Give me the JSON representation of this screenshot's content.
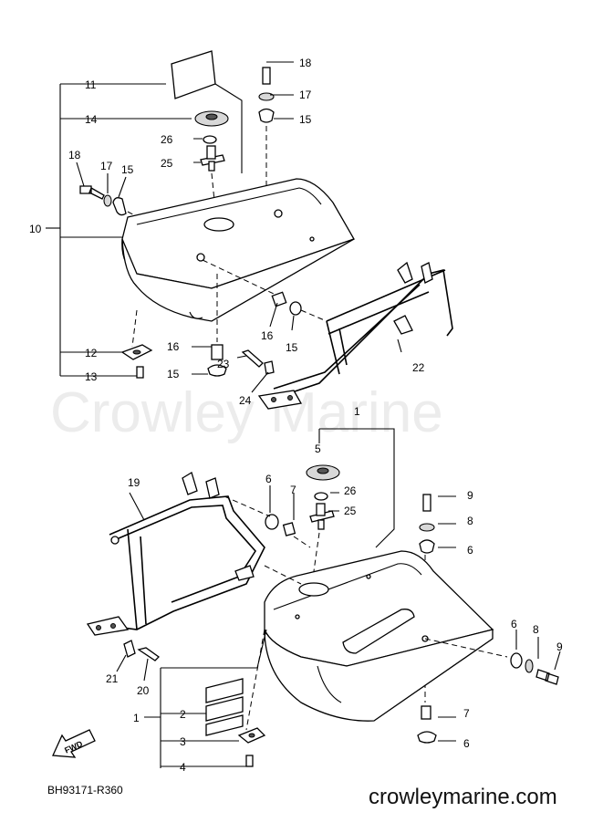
{
  "watermark": "Crowley Marine",
  "website": "crowleymarine.com",
  "diagram_code": "BH93171-R360",
  "fwd_label": "FWD",
  "callouts": {
    "c1a": "1",
    "c2": "2",
    "c3": "3",
    "c4": "4",
    "c5": "5",
    "c6a": "6",
    "c6b": "6",
    "c6c": "6",
    "c6d": "6",
    "c7a": "7",
    "c7b": "7",
    "c8a": "8",
    "c8b": "8",
    "c9a": "9",
    "c9b": "9",
    "c10": "10",
    "c11": "11",
    "c12": "12",
    "c13": "13",
    "c14": "14",
    "c15a": "15",
    "c15b": "15",
    "c15c": "15",
    "c15d": "15",
    "c16a": "16",
    "c16b": "16",
    "c17a": "17",
    "c17b": "17",
    "c18a": "18",
    "c18b": "18",
    "c19": "19",
    "c20": "20",
    "c21": "21",
    "c22": "22",
    "c23": "23",
    "c24": "24",
    "c25a": "25",
    "c25b": "25",
    "c26a": "26",
    "c26b": "26",
    "c1b": "1"
  }
}
